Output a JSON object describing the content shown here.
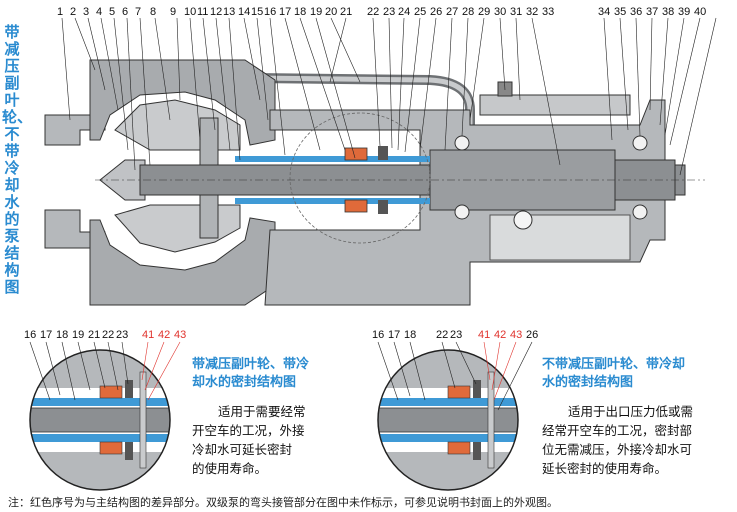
{
  "vertical_title": "带减压副叶轮、不带冷却水的泵结构图",
  "main_numbers": [
    "1",
    "2",
    "3",
    "4",
    "5",
    "6",
    "7",
    "8",
    "9",
    "10",
    "11",
    "12",
    "13",
    "14",
    "15",
    "16",
    "17",
    "18",
    "19",
    "20",
    "21",
    "22",
    "23",
    "24",
    "25",
    "26",
    "27",
    "28",
    "29",
    "30",
    "31",
    "32",
    "33",
    "34",
    "35",
    "36",
    "37",
    "38",
    "39",
    "40"
  ],
  "detail_left": {
    "numbers_black": [
      "16",
      "17",
      "18",
      "19",
      "21",
      "22",
      "23"
    ],
    "numbers_red": [
      "41",
      "42",
      "43"
    ],
    "title_line1": "带减压副叶轮、带冷",
    "title_line2": "却水的密封结构图",
    "desc_line1": "适用于需要经常",
    "desc_line2": "开空车的工况，外接",
    "desc_line3": "冷却水可延长密封",
    "desc_line4": "的使用寿命。"
  },
  "detail_right": {
    "numbers_black": [
      "16",
      "17",
      "18",
      "22",
      "23"
    ],
    "numbers_red": [
      "41",
      "42",
      "43"
    ],
    "number_last": "26",
    "title_line1": "不带减压副叶轮、带冷却",
    "title_line2": "水的密封结构图",
    "desc_line1": "适用于出口压力低或需",
    "desc_line2": "经常开空车的工况，密封部",
    "desc_line3": "位无需减压，外接冷却水可",
    "desc_line4": "延长密封的使用寿命。"
  },
  "footnote": "注：红色序号为与主结构图的差异部分。双级泵的弯头接管部分在图中未作标示，可参见说明书封面上的外观图。",
  "colors": {
    "accent": "#2a8bd0",
    "red": "#e0332d",
    "shaft": "#8c8f92",
    "casing": "#a8abae",
    "seal": "#e06a3a",
    "sleeve": "#3f9ad6"
  }
}
